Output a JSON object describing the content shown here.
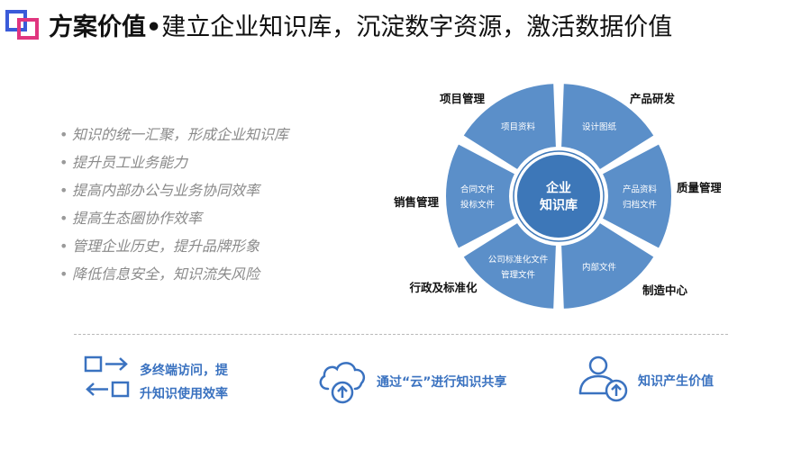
{
  "header": {
    "title_bold": "方案价值•",
    "title_rest": "建立企业知识库，沉淀数字资源，激活数据价值"
  },
  "bullets": [
    "知识的统一汇聚，形成企业知识库",
    "提升员工业务能力",
    "提高内部办公与业务协同效率",
    "提高生态圈协作效率",
    "管理企业历史，提升品牌形象",
    "降低信息安全，知识流失风险"
  ],
  "wheel": {
    "center_lines": [
      "企业",
      "知识库"
    ],
    "segments": [
      {
        "name": "项目管理",
        "items": [
          "项目资料"
        ]
      },
      {
        "name": "产品研发",
        "items": [
          "设计图纸"
        ]
      },
      {
        "name": "质量管理",
        "items": [
          "产品资料",
          "归档文件"
        ]
      },
      {
        "name": "制造中心",
        "items": [
          "内部文件"
        ]
      },
      {
        "name": "行政及标准化",
        "items": [
          "公司标准化文件",
          "管理文件"
        ]
      },
      {
        "name": "销售管理",
        "items": [
          "合同文件",
          "投标文件"
        ]
      }
    ]
  },
  "features": {
    "access_line1": "多终端访问，提",
    "access_line2": "升知识使用效率",
    "cloud": "通过“云”进行知识共享",
    "value": "知识产生价值"
  },
  "colors": {
    "segment": "#5b8fc9",
    "center": "#3d77b8",
    "accent_text": "#3a72c0",
    "logo_blue": "#3a5bd9",
    "logo_pink": "#e0357f"
  },
  "icons": {
    "logo": "overlapping-squares-logo",
    "access": "transfer-arrows-icon",
    "cloud": "cloud-upload-icon",
    "value": "person-upload-icon"
  }
}
